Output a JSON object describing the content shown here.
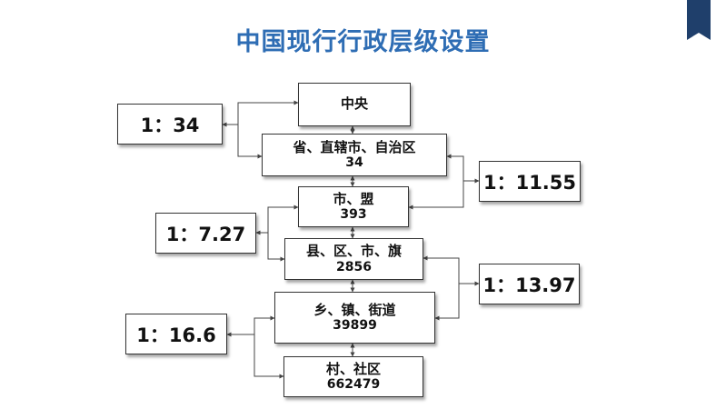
{
  "title": "中国现行行政层级设置",
  "colors": {
    "title": "#2e6db4",
    "tab": "#1f3f6b",
    "line": "#444444"
  },
  "levels": [
    {
      "label": "中央",
      "count": ""
    },
    {
      "label": "省、直辖市、自治区",
      "count": "34"
    },
    {
      "label": "市、盟",
      "count": "393"
    },
    {
      "label": "县、区、市、旗",
      "count": "2856"
    },
    {
      "label": "乡、镇、街道",
      "count": "39899"
    },
    {
      "label": "村、社区",
      "count": "662479"
    }
  ],
  "ratios": [
    {
      "text": "1：34",
      "side": "left"
    },
    {
      "text": "1：11.55",
      "side": "right"
    },
    {
      "text": "1：7.27",
      "side": "left"
    },
    {
      "text": "1：13.97",
      "side": "right"
    },
    {
      "text": "1：16.6",
      "side": "left"
    }
  ]
}
